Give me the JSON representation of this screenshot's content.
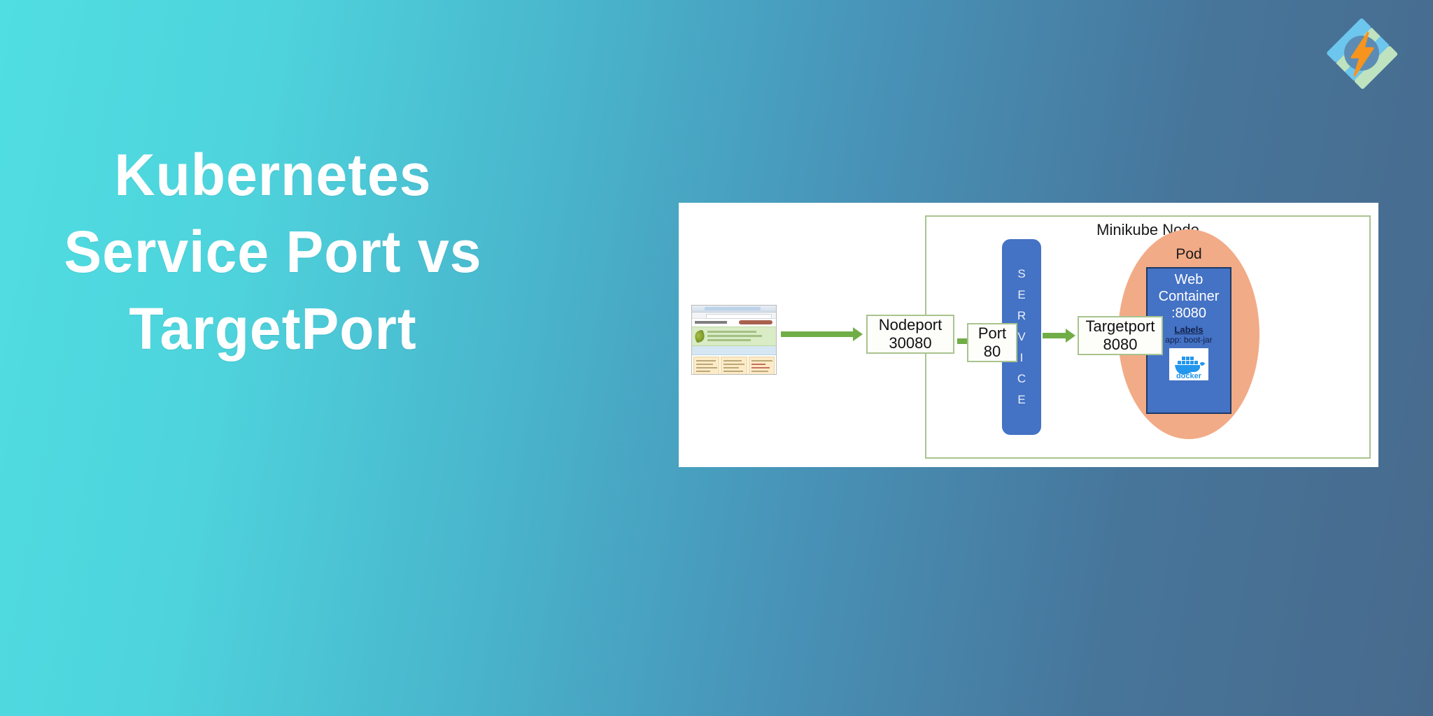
{
  "page": {
    "background_left_color": "#50dee2",
    "background_right_color": "#476a8c"
  },
  "logo": {
    "name": "brand-diamond-bolt-logo",
    "colors": {
      "bar_blue": "#6cc6ee",
      "bar_green": "#bfe3c0",
      "bolt_orange": "#f7941e",
      "disc_blue": "#5c8cb4"
    }
  },
  "headline": {
    "lines": [
      "Kubernetes",
      "Service Port vs",
      "TargetPort"
    ],
    "color": "#ffffff"
  },
  "diagram": {
    "node_label": "Minikube Node",
    "browser_thumbnail_alt": "Apache Tomcat default web page in browser",
    "boxes": {
      "nodeport": {
        "title": "Nodeport",
        "value": "30080"
      },
      "port": {
        "title": "Port",
        "value": "80"
      },
      "targetport": {
        "title": "Targetport",
        "value": "8080"
      }
    },
    "service": {
      "label": "SERVICE",
      "letters": [
        "S",
        "E",
        "R",
        "V",
        "I",
        "C",
        "E"
      ],
      "color": "#4472c4"
    },
    "pod": {
      "label": "Pod",
      "color": "#f2ab87"
    },
    "web_container": {
      "title_lines": [
        "Web",
        "Container",
        ":8080"
      ],
      "labels_heading": "Labels",
      "labels_value": "app: boot-jar",
      "logo_text": "docker",
      "color": "#4472c4",
      "border_color": "#1f3864"
    },
    "arrow_color": "#70ad47",
    "border_color": "#a9c48e"
  }
}
